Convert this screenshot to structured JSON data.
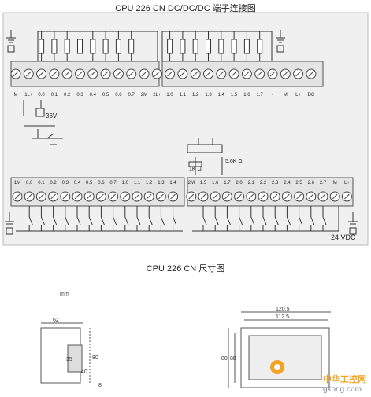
{
  "titles": {
    "wiring": "CPU 226 CN DC/DC/DC 端子连接图",
    "dimensions": "CPU 226 CN 尺寸图"
  },
  "top_terminals": [
    "M",
    "1L+",
    "0.0",
    "0.1",
    "0.2",
    "0.3",
    "0.4",
    "0.5",
    "0.6",
    "0.7",
    "2M",
    "2L+",
    "1.0",
    "1.1",
    "1.2",
    "1.3",
    "1.4",
    "1.5",
    "1.6",
    "1.7",
    "•",
    "M",
    "L+",
    "DC"
  ],
  "bottom_terminals": [
    "1M",
    "0.0",
    "0.1",
    "0.2",
    "0.3",
    "0.4",
    "0.5",
    "0.6",
    "0.7",
    "1.0",
    "1.1",
    "1.2",
    "1.3",
    "1.4",
    "2M",
    "1.5",
    "1.6",
    "1.7",
    "2.0",
    "2.1",
    "2.2",
    "2.3",
    "2.4",
    "2.5",
    "2.6",
    "2.7",
    "M",
    "L+"
  ],
  "labels": {
    "voltage": "36V",
    "r1": "5.6K Ω",
    "r2": "1K Ω",
    "supply": "24 VDC",
    "unit": "mm",
    "side_width": "62",
    "side_h1": "80",
    "side_h2": "35",
    "side_h3": "40",
    "side_h4": "8",
    "front_w1": "120.5",
    "front_w2": "112.5",
    "front_h1": "80",
    "front_h2": "88"
  },
  "watermark": {
    "line1": "中华工控网",
    "line2": "gkong.com"
  },
  "colors": {
    "panel": "#f0f0f0",
    "line": "#333333",
    "watermark_orange": "#f3a321"
  }
}
